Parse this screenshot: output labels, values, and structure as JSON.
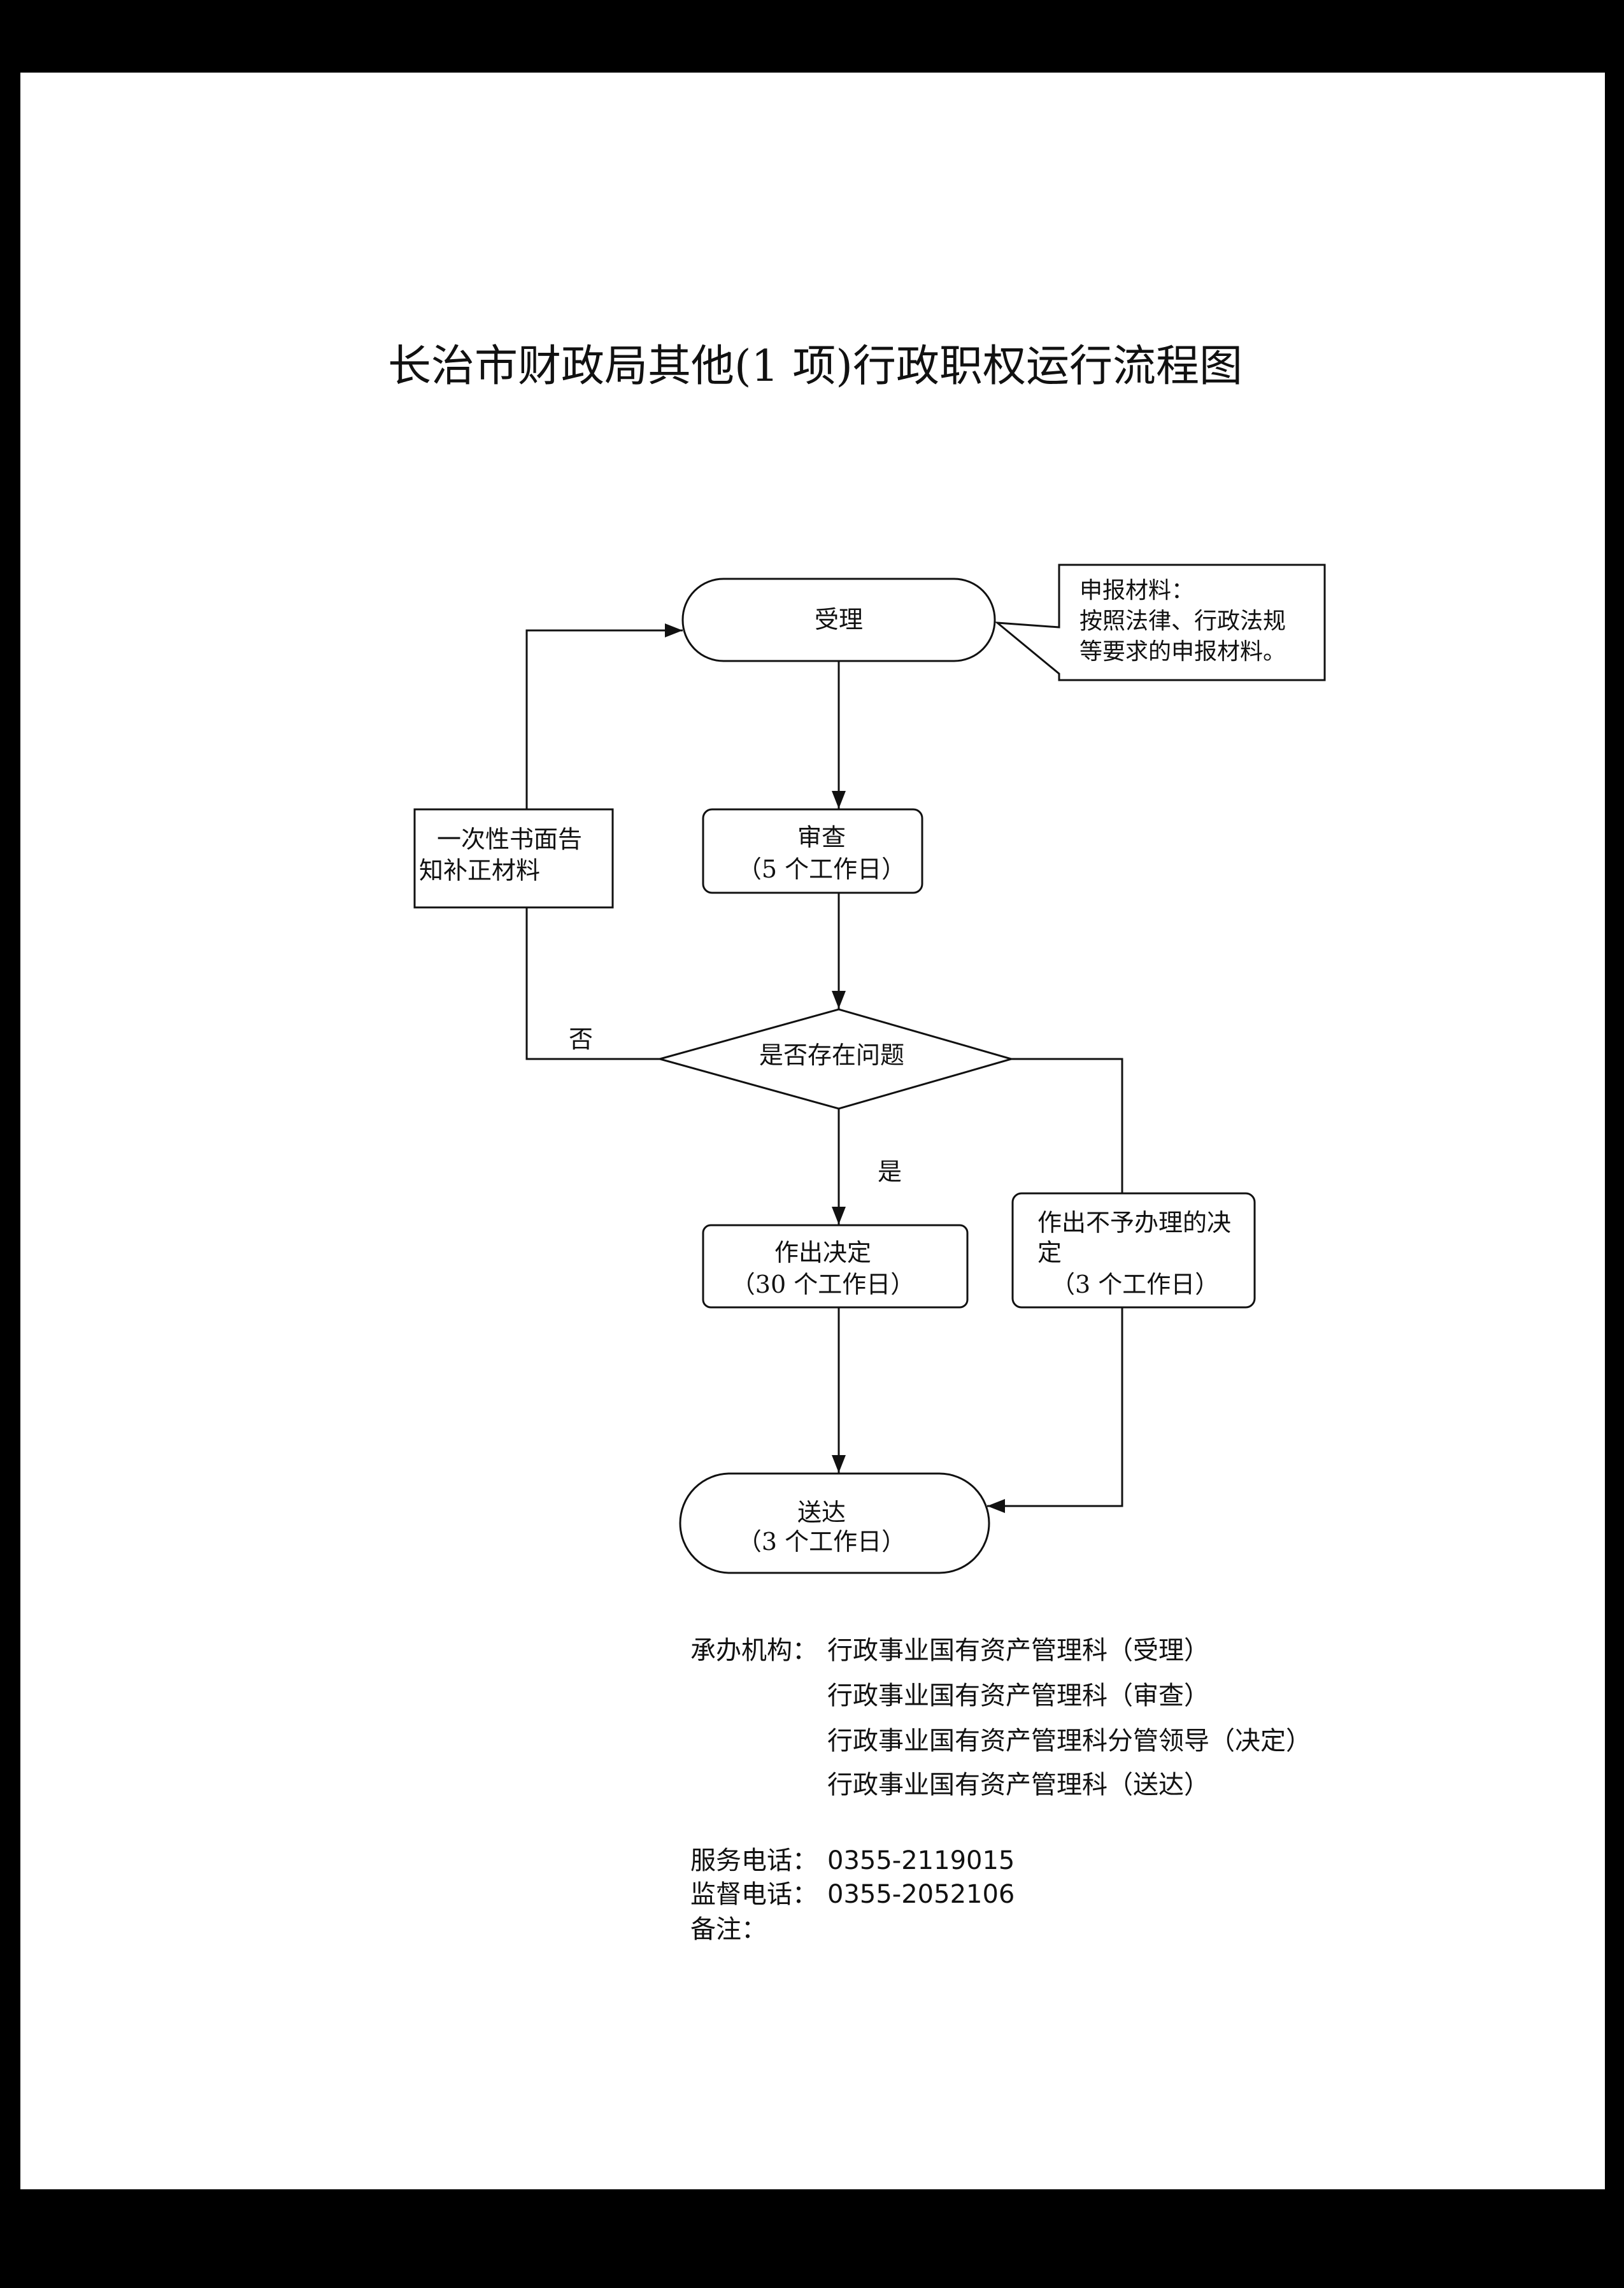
{
  "document": {
    "title": "长治市财政局其他(1 项)行政职权运行流程图"
  },
  "flowchart": {
    "accept": {
      "label": "受理"
    },
    "materials_note": {
      "lines": [
        "申报材料：",
        "按照法律、行政法规",
        "等要求的申报材料。"
      ]
    },
    "review": {
      "label": "审查",
      "duration": "（5 个工作日）"
    },
    "decision": {
      "question": "是否存在问题",
      "no_label": "否",
      "yes_label": "是"
    },
    "notify_correction": {
      "lines": [
        "一次性书面告",
        "知补正材料"
      ]
    },
    "make_decision": {
      "label": "作出决定",
      "duration": "（30 个工作日）"
    },
    "refuse_decision": {
      "lines": [
        "作出不予办理的决",
        "定"
      ],
      "duration": "（3 个工作日）"
    },
    "deliver": {
      "label": "送达",
      "duration": "（3 个工作日）"
    }
  },
  "info": {
    "agency_label": "承办机构：",
    "agencies": [
      "行政事业国有资产管理科（受理）",
      "行政事业国有资产管理科（审查）",
      "行政事业国有资产管理科分管领导（决定）",
      "行政事业国有资产管理科（送达）"
    ],
    "service_phone_label": "服务电话：",
    "service_phone": "0355-2119015",
    "supervision_phone_label": "监督电话：",
    "supervision_phone": "0355-2052106",
    "remarks_label": "备注："
  }
}
